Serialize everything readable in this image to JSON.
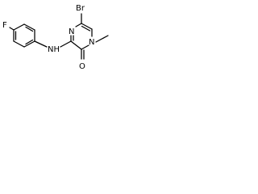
{
  "molecule": {
    "atoms": {
      "bromine": "Br",
      "fluorine": "F",
      "ring_nitrogen_top": "N",
      "ring_nitrogen_bottom": "N",
      "amine": "NH",
      "carbonyl_oxygen": "O"
    }
  },
  "colors": {
    "bond": "#000000",
    "text": "#000000",
    "background": "#ffffff"
  }
}
